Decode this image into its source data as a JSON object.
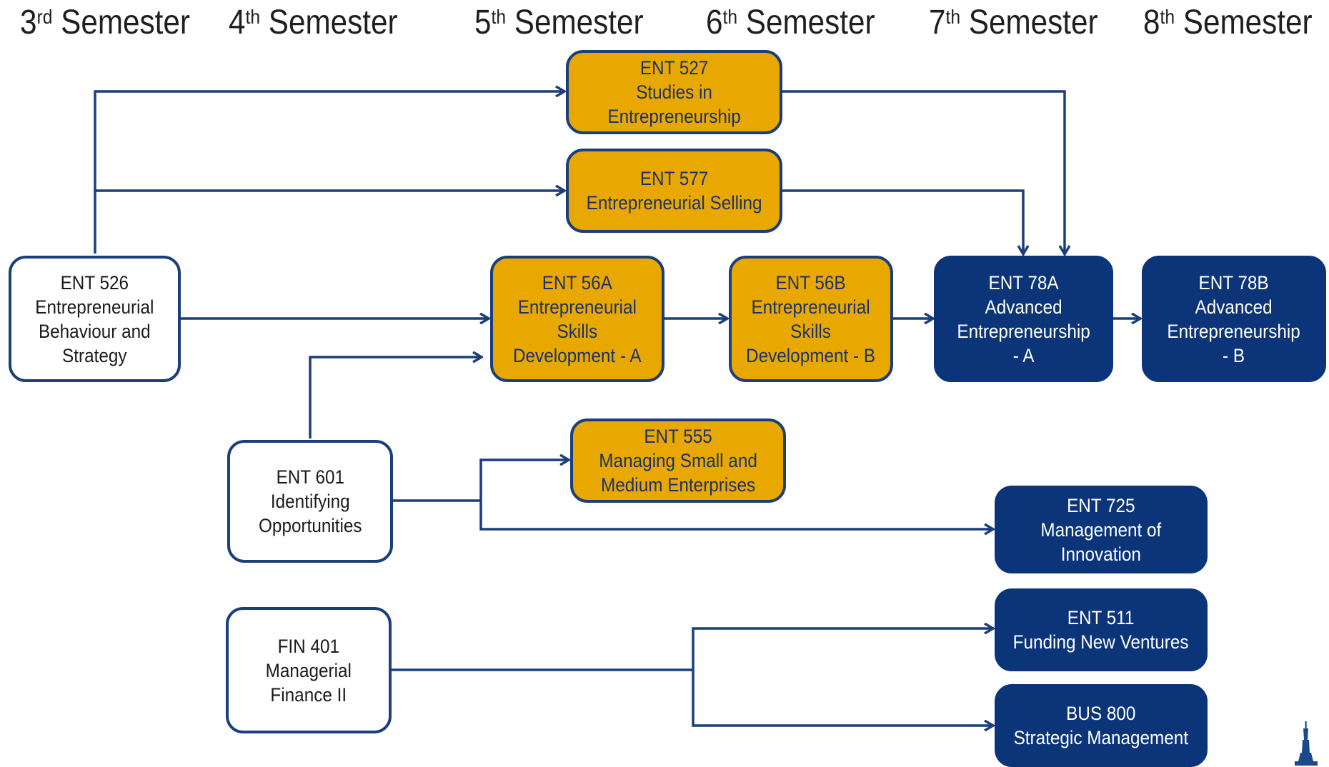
{
  "semesters": [
    {
      "num": "3",
      "suffix": "rd",
      "label": "Semester"
    },
    {
      "num": "4",
      "suffix": "th",
      "label": "Semester"
    },
    {
      "num": "5",
      "suffix": "th",
      "label": "Semester"
    },
    {
      "num": "6",
      "suffix": "th",
      "label": "Semester"
    },
    {
      "num": "7",
      "suffix": "th",
      "label": "Semester"
    },
    {
      "num": "8",
      "suffix": "th",
      "label": "Semester"
    }
  ],
  "courses": {
    "ent526": {
      "code": "ENT 526",
      "lines": [
        "Entrepreneurial",
        "Behaviour and",
        "Strategy"
      ]
    },
    "ent601": {
      "code": "ENT 601",
      "lines": [
        "Identifying",
        "Opportunities"
      ]
    },
    "fin401": {
      "code": "FIN 401",
      "lines": [
        "Managerial",
        "Finance II"
      ]
    },
    "ent527": {
      "code": "ENT 527",
      "lines": [
        "Studies in",
        "Entrepreneurship"
      ]
    },
    "ent577": {
      "code": "ENT 577",
      "lines": [
        "Entrepreneurial Selling"
      ]
    },
    "ent56a": {
      "code": "ENT 56A",
      "lines": [
        "Entrepreneurial",
        "Skills",
        "Development - A"
      ]
    },
    "ent56b": {
      "code": "ENT 56B",
      "lines": [
        "Entrepreneurial",
        "Skills",
        "Development - B"
      ]
    },
    "ent555": {
      "code": "ENT 555",
      "lines": [
        "Managing Small and",
        "Medium Enterprises"
      ]
    },
    "ent78a": {
      "code": "ENT 78A",
      "lines": [
        "Advanced",
        "Entrepreneurship",
        "- A"
      ]
    },
    "ent78b": {
      "code": "ENT 78B",
      "lines": [
        "Advanced",
        "Entrepreneurship",
        "- B"
      ]
    },
    "ent725": {
      "code": "ENT 725",
      "lines": [
        "Management of",
        "Innovation"
      ]
    },
    "ent511": {
      "code": "ENT 511",
      "lines": [
        "Funding New Ventures"
      ]
    },
    "bus800": {
      "code": "BUS 800",
      "lines": [
        "Strategic Management"
      ]
    }
  },
  "colors": {
    "connector": "#1b3f7a",
    "gold_fill": "#e8a800",
    "navy_fill": "#0b3578",
    "white_fill": "#ffffff"
  },
  "icons": {
    "corner_logo": "tower-logo-icon"
  }
}
